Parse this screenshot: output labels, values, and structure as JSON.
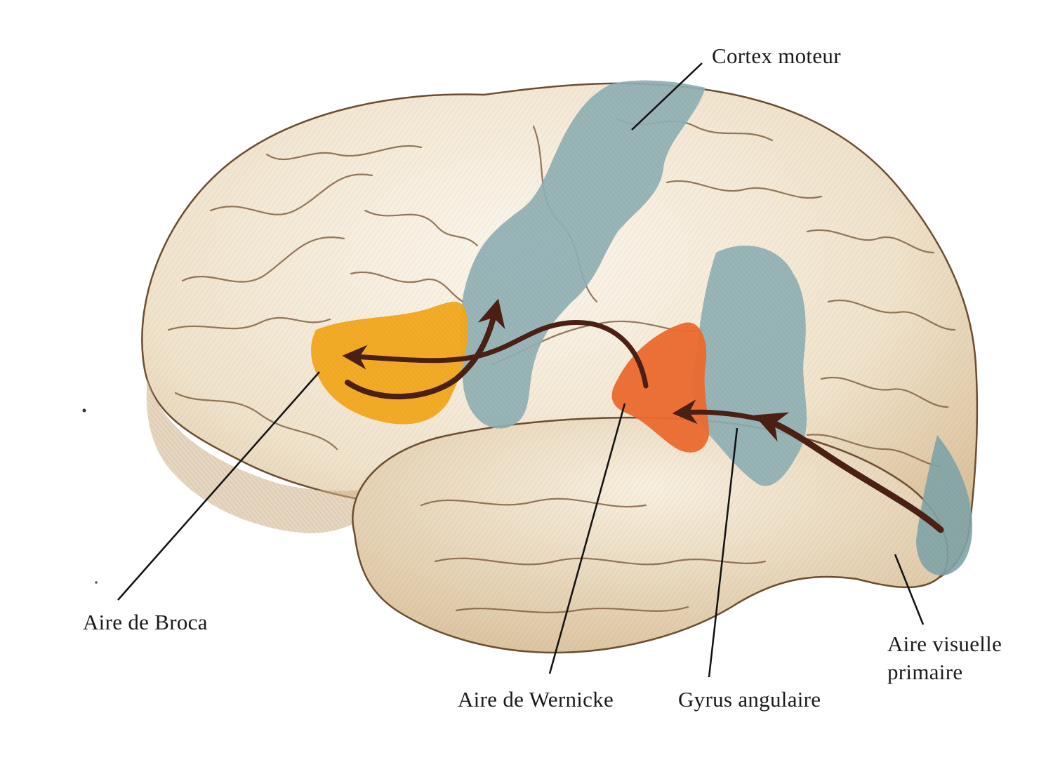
{
  "labels": {
    "cortex_moteur": "Cortex moteur",
    "aire_broca": "Aire de Broca",
    "aire_wernicke": "Aire de Wernicke",
    "gyrus_angulaire": "Gyrus angulaire",
    "aire_visuelle_line1": "Aire visuelle",
    "aire_visuelle_line2": "primaire"
  },
  "colors": {
    "brain_fill": "#f3e9d8",
    "brain_shadow": "#d9bf99",
    "gyri_highlight": "#fbf7ee",
    "sulci_ink": "#7a5a3a",
    "motor_cortex": "#8fb0b4",
    "broca": "#f2a81c",
    "wernicke": "#ec6a2e",
    "angular_gyrus": "#8fb0b4",
    "visual_cortex": "#7fa4a8",
    "pathway_arrow": "#4a1f14",
    "leader_line": "#111111"
  }
}
